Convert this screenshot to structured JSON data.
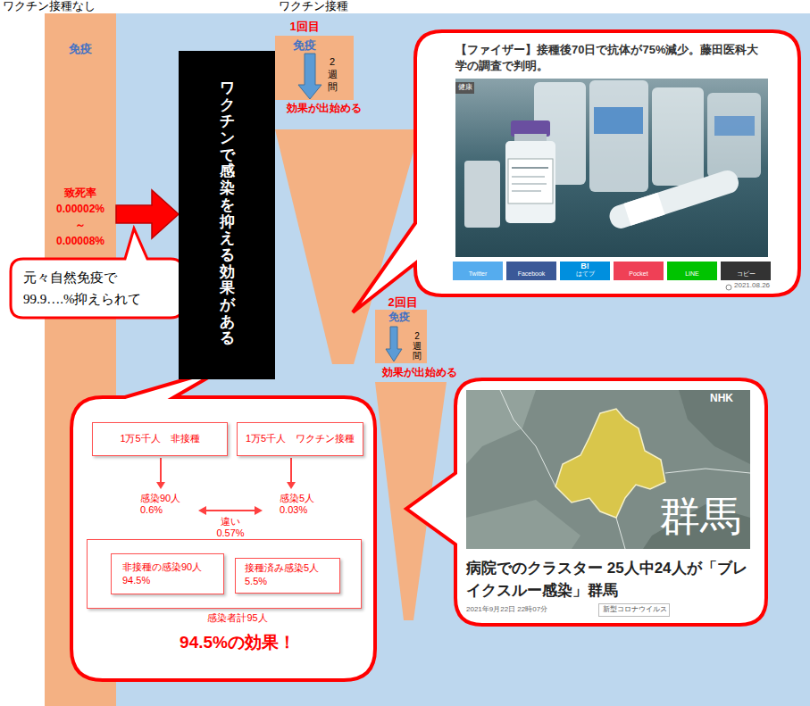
{
  "diagram": {
    "nodes": [
      {
        "text": [
          "免疫",
          "致死率 0.00002% ～ 0.00008%"
        ]
      },
      {
        "text": [
          "元々自然免疫で 99.9….%抑えられて"
        ]
      },
      {
        "text": [
          "ワクチンで感染を抑える効果がある"
        ]
      },
      {
        "text": [
          "1回目",
          "免疫",
          "2 週 間"
        ]
      },
      {
        "text": [
          "【ファイザー】接種後70日で抗体が75%減少。藤田医科大学の調査で判明。",
          "2021.08.26"
        ]
      },
      {
        "text": [
          "健康"
        ],
        "in": 4
      },
      {
        "text": [
          "Twitter"
        ],
        "in": 4
      },
      {
        "text": [
          "Facebook"
        ],
        "in": 4
      },
      {
        "text": [
          "B!",
          "はてブ"
        ],
        "in": 4
      },
      {
        "text": [
          "Pocket"
        ],
        "in": 4
      },
      {
        "text": [
          "LINE"
        ],
        "in": 4
      },
      {
        "text": [
          "コピー"
        ],
        "in": 4
      },
      {
        "text": [
          "2回目",
          "免疫",
          "2 週 間"
        ]
      },
      {
        "text": [
          "NHK",
          "群馬",
          "病院でのクラスター 25人中24人が「ブレイクスルー感染」群馬",
          "2021年9月22日 22時07分"
        ]
      },
      {
        "text": [
          "新型コロナウイルス"
        ],
        "in": 13
      },
      {
        "text": [
          "感染90人 0.6%",
          "感染5人 0.03%",
          "違い 0.57%",
          "94.5%の効果！"
        ]
      },
      {
        "text": [
          "1万5千人　非接種"
        ],
        "in": 15
      },
      {
        "text": [
          "1万5千人　ワクチン接種"
        ],
        "in": 15
      },
      {
        "text": [
          "感染者計95人"
        ],
        "in": 15
      },
      {
        "text": [
          "非接種の感染90人 94.5%"
        ],
        "in": 18
      },
      {
        "text": [
          "接種済み感染5人 5.5%"
        ],
        "in": 18
      }
    ],
    "edges": [
      {
        "from": 0,
        "to": 2,
        "arrow": "to"
      }
    ],
    "labels": [
      "ワクチン接種なし",
      "ワクチン接種",
      "効果が出始める",
      "効果が出始める"
    ]
  }
}
